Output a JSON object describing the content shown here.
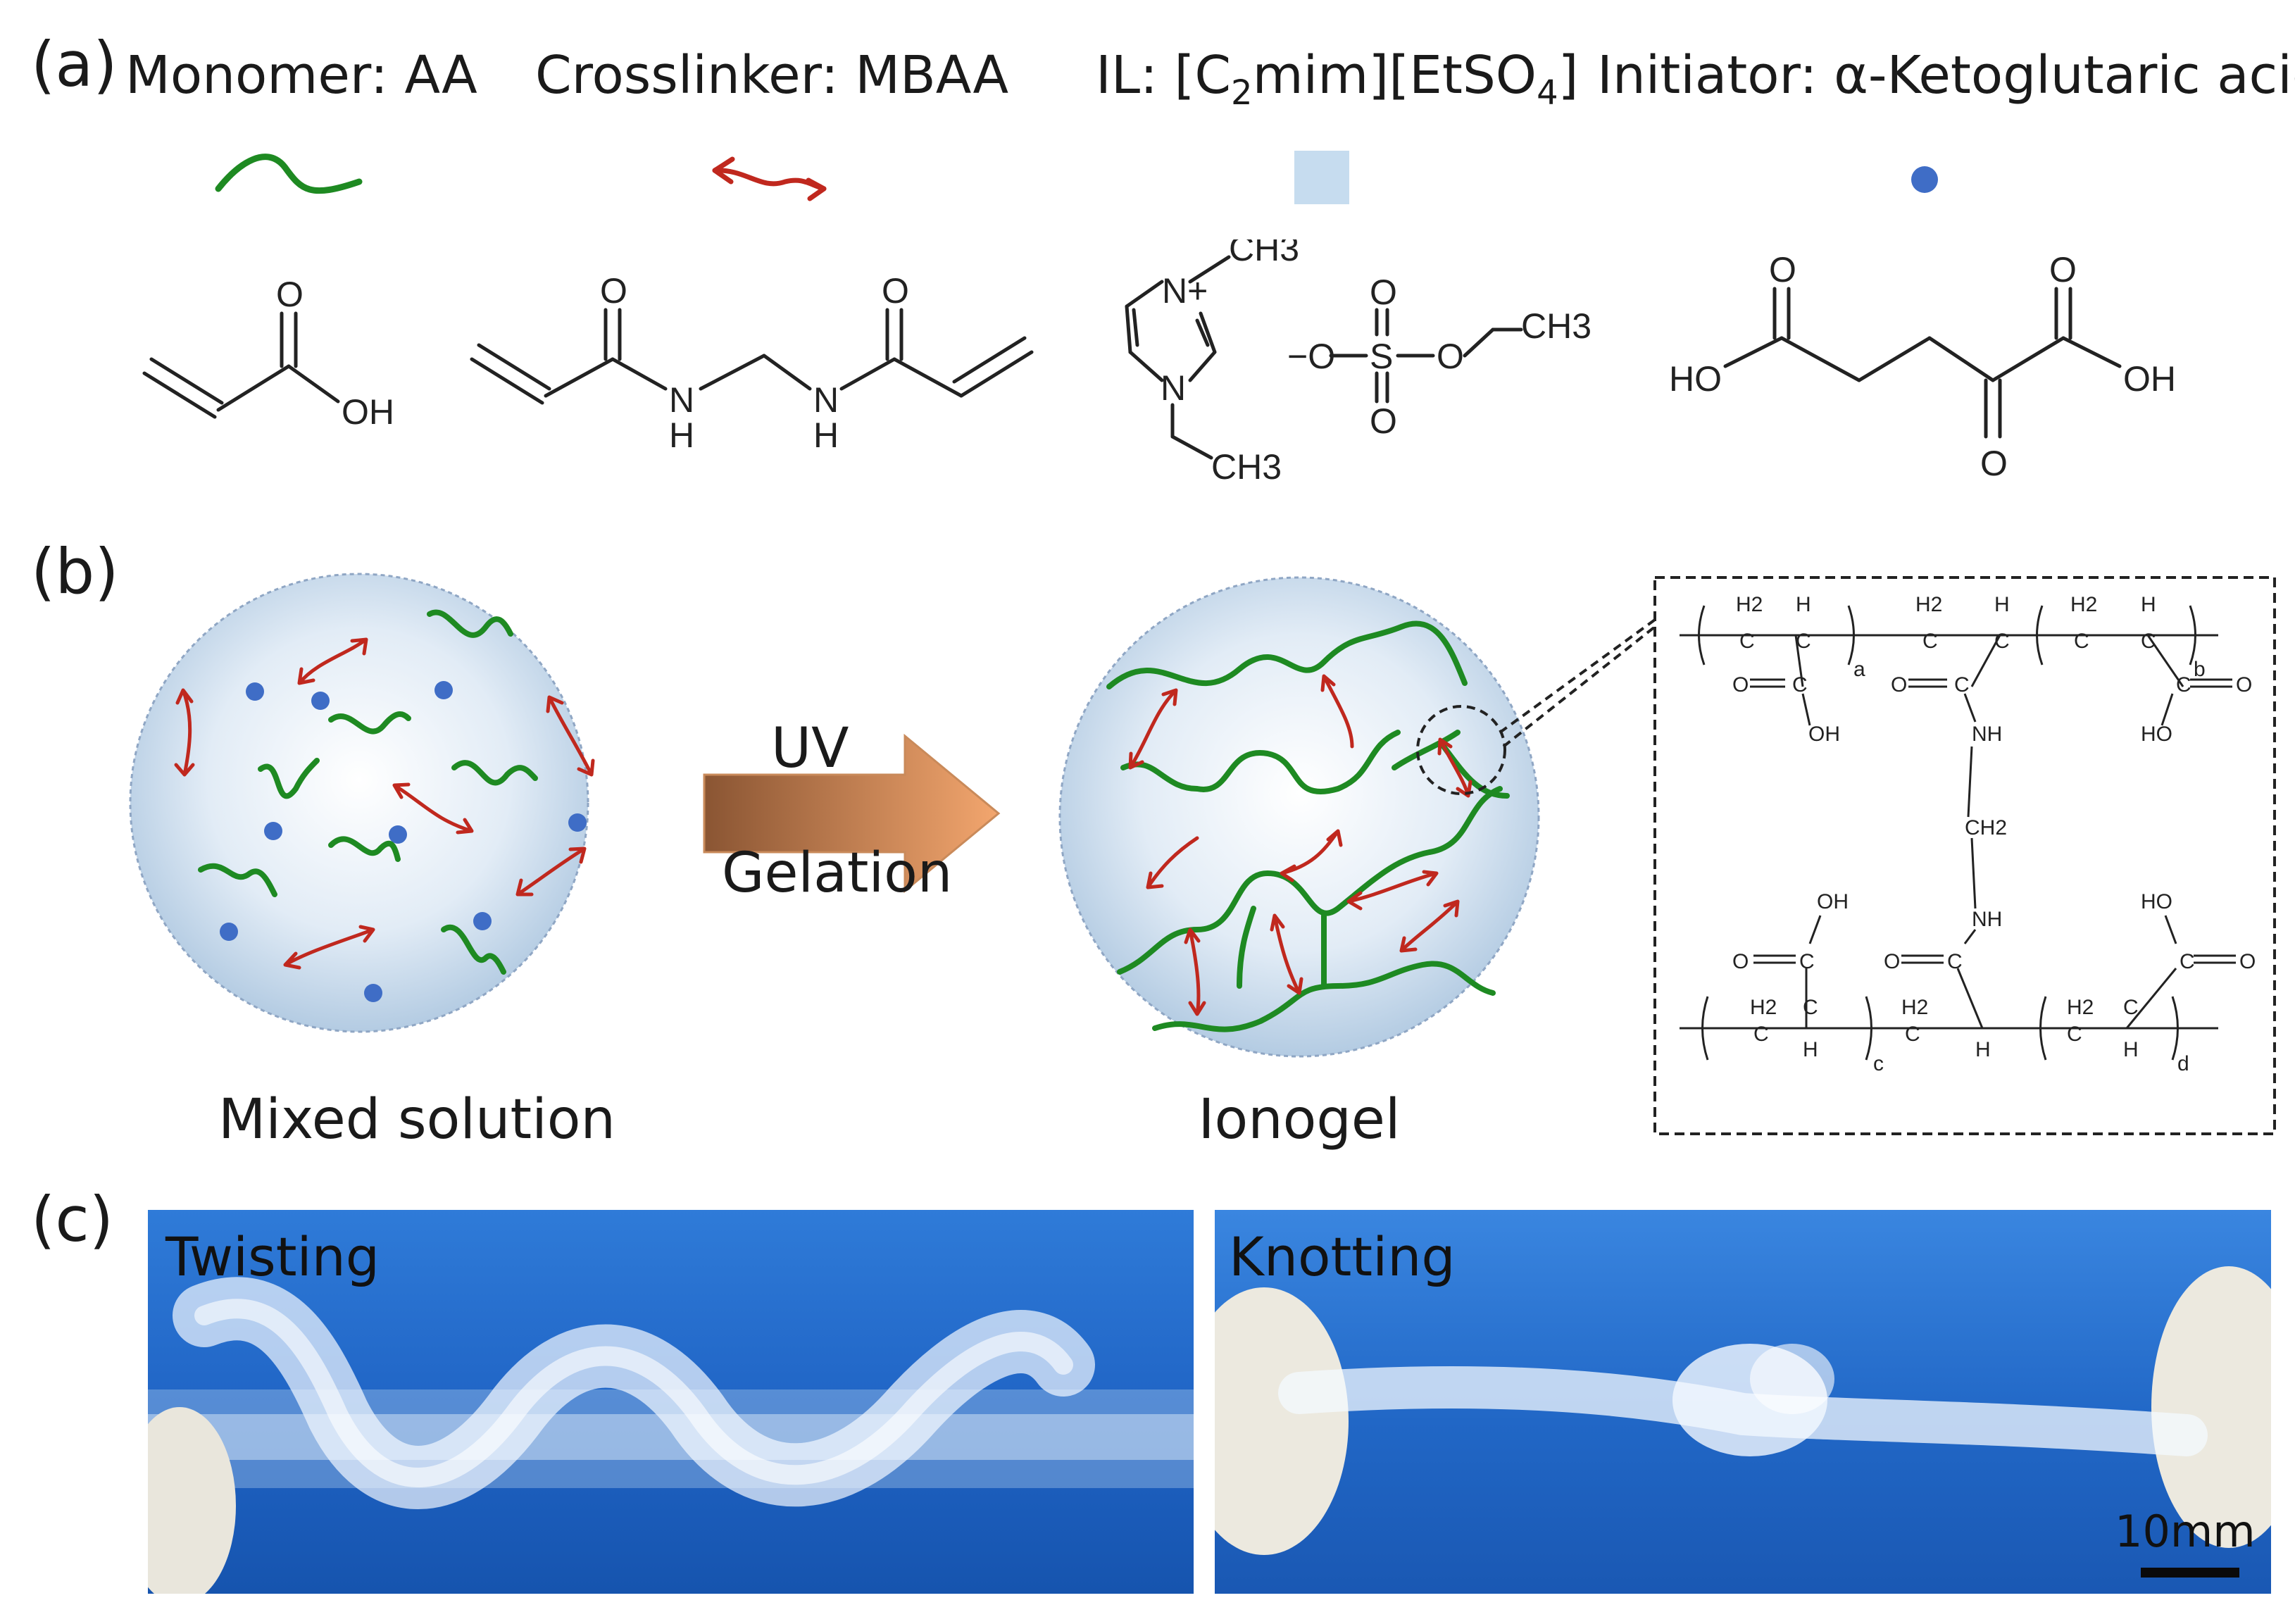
{
  "panel_a": {
    "label": "(a)",
    "legend": [
      {
        "label_text": "Monomer: AA"
      },
      {
        "label_text": "Crosslinker: MBAA"
      },
      {
        "label_pre": "IL: [C",
        "label_sub1": "2",
        "label_mid": "mim][EtSO",
        "label_sub2": "4",
        "label_post": "]"
      },
      {
        "label_text": "Initiator: α-Ketoglutaric acid"
      }
    ],
    "structures": {
      "aa": {
        "o": "O",
        "oh": "OH"
      },
      "mbaa": {
        "o1": "O",
        "o2": "O",
        "n1": "N",
        "h1": "H",
        "n2": "N",
        "h2": "H"
      },
      "il": {
        "ch3_top": "CH3",
        "n_plus": "N+",
        "n": "N",
        "ch3_bottom": "CH3",
        "o_minus": "−O",
        "s": "S",
        "o_top": "O",
        "o_bottom": "O",
        "o_right": "O",
        "ch3_right": "CH3"
      },
      "kga": {
        "ho": "HO",
        "oh": "OH",
        "o1": "O",
        "o2": "O",
        "o3": "O"
      }
    }
  },
  "panel_b": {
    "label": "(b)",
    "mixed_caption": "Mixed solution",
    "ionogel_caption": "Ionogel",
    "arrow_top": "UV",
    "arrow_bottom": "Gelation",
    "inset": {
      "h2": "H2",
      "h": "H",
      "c": "C",
      "o": "O",
      "oh": "OH",
      "ho": "HO",
      "nh": "NH",
      "ch2": "CH2",
      "sub_a": "a",
      "sub_b": "b",
      "sub_c": "c",
      "sub_d": "d"
    }
  },
  "panel_c": {
    "label": "(c)",
    "left_label": "Twisting",
    "right_label": "Knotting",
    "scale_bar": "10mm"
  },
  "colors": {
    "monomer_green": "#1e8a22",
    "crosslinker_red": "#c0281e",
    "il_blue": "#c6dcef",
    "initiator_blue": "#3f6dc6",
    "photo_blue": "#1f63c4"
  }
}
